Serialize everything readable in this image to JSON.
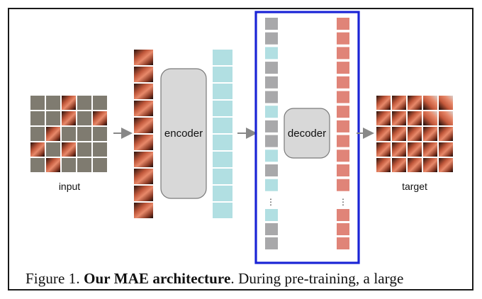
{
  "diagram": {
    "input_label": "input",
    "encoder_label": "encoder",
    "decoder_label": "decoder",
    "target_label": "target",
    "ellipsis": "⋮"
  },
  "caption": {
    "prefix": "Figure 1.",
    "title": "Our MAE architecture",
    "rest": ". During pre-training, a large"
  },
  "colors": {
    "frame": "#1a1a1a",
    "mask_gray": "#7f7b70",
    "token_gray": "#a8a8aa",
    "token_cyan": "#b1dfe2",
    "token_red": "#e08478",
    "box_fill": "#d8d8d8",
    "box_stroke": "#7a7a7a",
    "highlight_blue": "#1a24d6",
    "arrow": "#888888"
  }
}
